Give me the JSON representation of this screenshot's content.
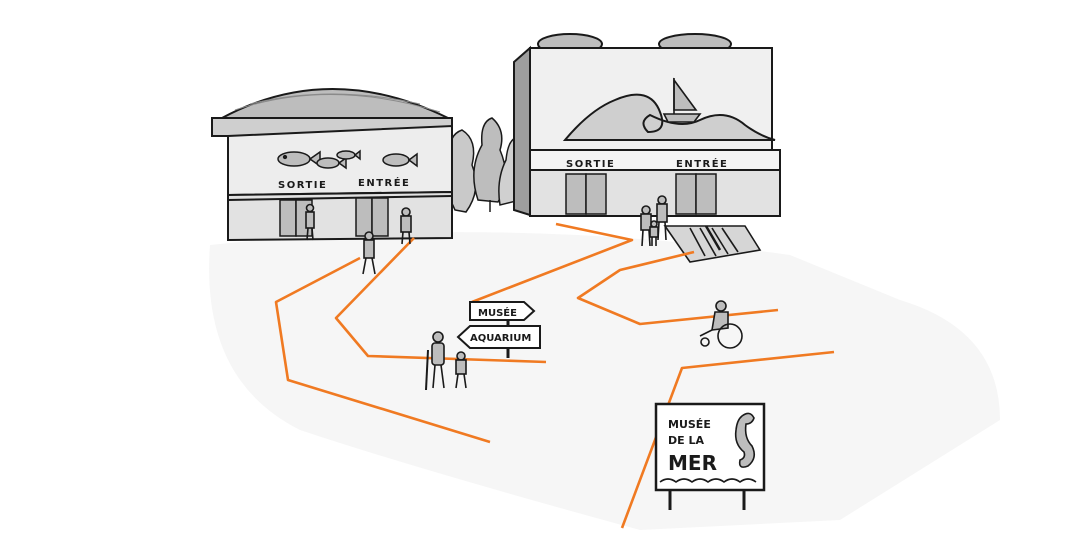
{
  "aquarium_building": {
    "exit_label": "SORTIE",
    "entrance_label": "ENTRÉE"
  },
  "museum_building": {
    "exit_label": "SORTIE",
    "entrance_label": "ENTRÉE"
  },
  "signpost": {
    "arrow_top": "MUSÉE",
    "arrow_bottom": "AQUARIUM"
  },
  "museum_sign": {
    "line1": "MUSÉE",
    "line2": "DE LA",
    "line3": "MER"
  },
  "colors": {
    "path_line": "#f07a22",
    "ink": "#1a1a1a",
    "shade": "#bdbdbd",
    "wall": "#e2e2e2"
  },
  "icons": [
    "fish-icon",
    "wave-icon",
    "sailboat-icon",
    "seahorse-icon",
    "wheelchair-icon",
    "cane-icon"
  ]
}
